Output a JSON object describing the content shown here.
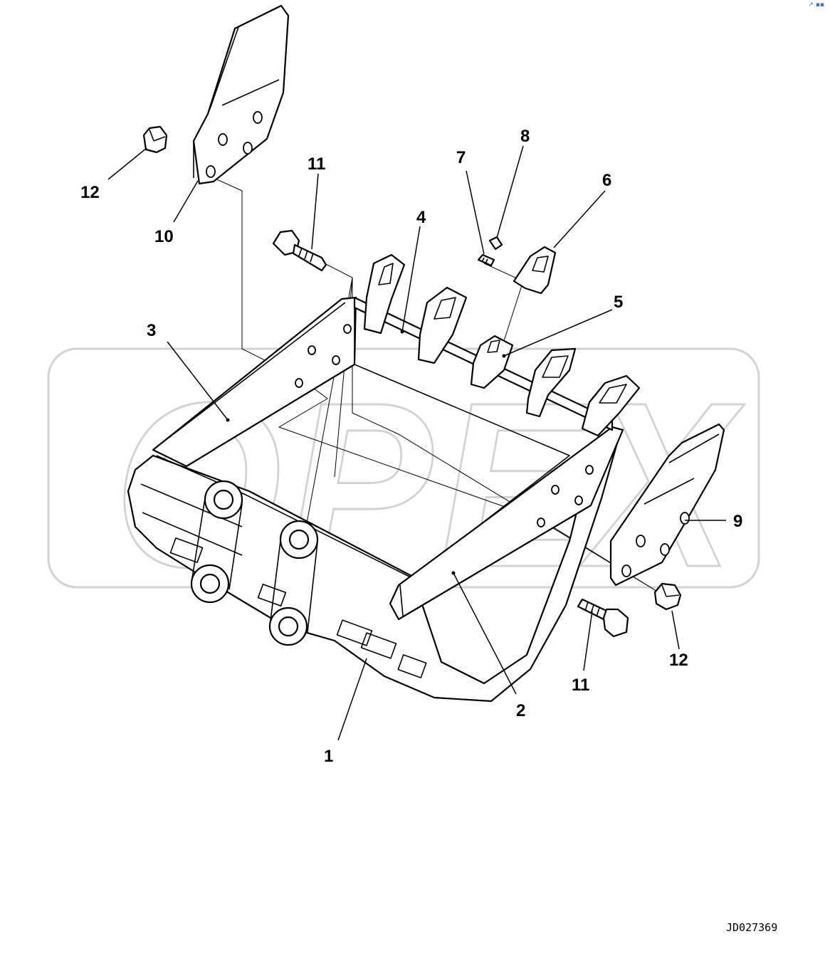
{
  "drawing": {
    "number": "JD027369",
    "watermark_text": "OPEX",
    "watermark_color": "#d2d2d2",
    "corner_mark": "↗ ▪▪",
    "callouts": [
      {
        "id": "c1",
        "label": "1",
        "part": "bucket-body"
      },
      {
        "id": "c2",
        "label": "2",
        "part": "side-plate-right"
      },
      {
        "id": "c3",
        "label": "3",
        "part": "side-plate-left"
      },
      {
        "id": "c4",
        "label": "4",
        "part": "cutting-edge"
      },
      {
        "id": "c5",
        "label": "5",
        "part": "tooth-adapter"
      },
      {
        "id": "c6",
        "label": "6",
        "part": "tooth-point"
      },
      {
        "id": "c7",
        "label": "7",
        "part": "lock-pin"
      },
      {
        "id": "c8",
        "label": "8",
        "part": "lock-washer"
      },
      {
        "id": "c9",
        "label": "9",
        "part": "side-cutter-right"
      },
      {
        "id": "c10",
        "label": "10",
        "part": "side-cutter-left"
      },
      {
        "id": "c11a",
        "label": "11",
        "part": "bolt-left"
      },
      {
        "id": "c11b",
        "label": "11",
        "part": "bolt-right"
      },
      {
        "id": "c12a",
        "label": "12",
        "part": "nut-left"
      },
      {
        "id": "c12b",
        "label": "12",
        "part": "nut-right"
      }
    ]
  }
}
